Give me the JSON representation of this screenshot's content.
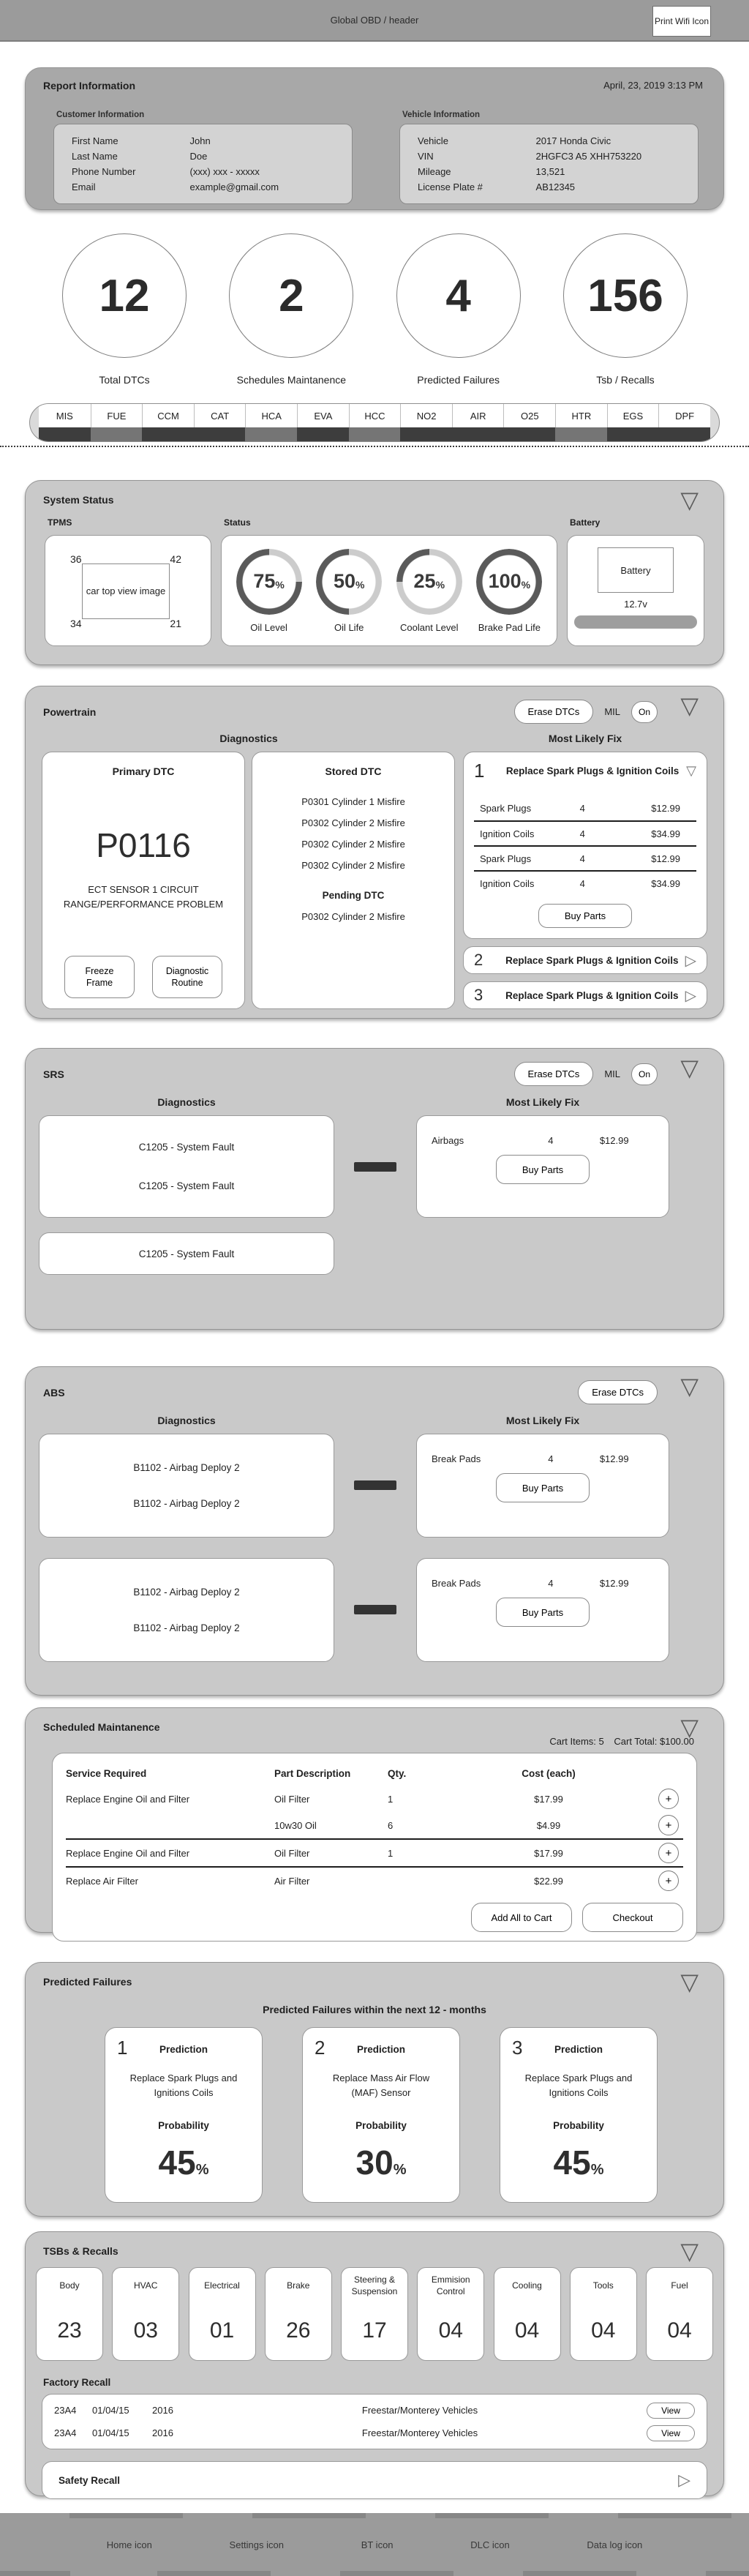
{
  "symbols": {
    "percent": "%"
  },
  "icons": {
    "collapse": "▽",
    "chevron_right": "▷",
    "plus": "+"
  },
  "header": {
    "title": "Global OBD / header",
    "print_button_label": "Print Wifi Icon"
  },
  "report_information": {
    "title": "Report Information",
    "datetime": "April, 23, 2019  3:13 PM",
    "customer_information": {
      "label": "Customer Information",
      "fields": [
        {
          "label": "First Name",
          "value": "John"
        },
        {
          "label": "Last Name",
          "value": "Doe"
        },
        {
          "label": "Phone Number",
          "value": "(xxx) xxx - xxxxx"
        },
        {
          "label": "Email",
          "value": "example@gmail.com"
        }
      ]
    },
    "vehicle_information": {
      "label": "Vehicle Information",
      "fields": [
        {
          "label": "Vehicle",
          "value": "2017 Honda Civic"
        },
        {
          "label": "VIN",
          "value": "2HGFC3 A5 XHH753220"
        },
        {
          "label": "Mileage",
          "value": "13,521"
        },
        {
          "label": "License Plate #",
          "value": "AB12345"
        }
      ]
    }
  },
  "summary": {
    "items": [
      {
        "value": "12",
        "label": "Total DTCs"
      },
      {
        "value": "2",
        "label": "Schedules Maintanence"
      },
      {
        "value": "4",
        "label": "Predicted Failures"
      },
      {
        "value": "156",
        "label": "Tsb / Recalls"
      }
    ]
  },
  "monitors": {
    "colors": {
      "dark": "#3d3d3d",
      "medium": "#757575"
    },
    "tabs": [
      {
        "label": "MIS",
        "tone": "dark"
      },
      {
        "label": "FUE",
        "tone": "medium"
      },
      {
        "label": "CCM",
        "tone": "dark"
      },
      {
        "label": "CAT",
        "tone": "dark"
      },
      {
        "label": "HCA",
        "tone": "medium"
      },
      {
        "label": "EVA",
        "tone": "dark"
      },
      {
        "label": "HCC",
        "tone": "medium"
      },
      {
        "label": "NO2",
        "tone": "dark"
      },
      {
        "label": "AIR",
        "tone": "dark"
      },
      {
        "label": "O25",
        "tone": "dark"
      },
      {
        "label": "HTR",
        "tone": "medium"
      },
      {
        "label": "EGS",
        "tone": "dark"
      },
      {
        "label": "DPF",
        "tone": "dark"
      }
    ]
  },
  "system_status": {
    "title": "System Status",
    "tpms": {
      "label": "TPMS",
      "front_left": "36",
      "front_right": "42",
      "rear_left": "34",
      "rear_right": "21",
      "image_placeholder": "car top view image"
    },
    "status": {
      "label": "Status",
      "gauges": [
        {
          "value": 75,
          "label": "Oil Level"
        },
        {
          "value": 50,
          "label": "Oil Life"
        },
        {
          "value": 25,
          "label": "Coolant Level"
        },
        {
          "value": 100,
          "label": "Brake Pad Life"
        }
      ]
    },
    "battery": {
      "label": "Battery",
      "box_label": "Battery",
      "voltage": "12.7v"
    }
  },
  "powertrain": {
    "title": "Powertrain",
    "erase_button": "Erase DTCs",
    "mil_label": "MIL",
    "mil_state": "On",
    "diagnostics_header": "Diagnostics",
    "fix_header": "Most Likely Fix",
    "primary_dtc": {
      "label": "Primary DTC",
      "code": "P0116",
      "description": "ECT SENSOR 1 CIRCUIT RANGE/PERFORMANCE PROBLEM",
      "freeze_frame_button": "Freeze Frame",
      "diagnostic_routine_button": "Diagnostic Routine"
    },
    "stored_dtc": {
      "label": "Stored DTC",
      "codes": [
        "P0301 Cylinder 1 Misfire",
        "P0302 Cylinder 2 Misfire",
        "P0302 Cylinder 2 Misfire",
        "P0302 Cylinder 2 Misfire"
      ],
      "pending_label": "Pending DTC",
      "pending_codes": [
        "P0302 Cylinder 2 Misfire"
      ]
    },
    "fixes": [
      {
        "rank": "1",
        "title": "Replace Spark Plugs & Ignition Coils",
        "parts": [
          {
            "name": "Spark Plugs",
            "qty": "4",
            "price": "$12.99"
          },
          {
            "name": "Ignition Coils",
            "qty": "4",
            "price": "$34.99"
          },
          {
            "name": "Spark Plugs",
            "qty": "4",
            "price": "$12.99"
          },
          {
            "name": "Ignition Coils",
            "qty": "4",
            "price": "$34.99"
          }
        ],
        "buy_button": "Buy Parts"
      },
      {
        "rank": "2",
        "title": "Replace Spark Plugs & Ignition Coils"
      },
      {
        "rank": "3",
        "title": "Replace Spark Plugs & Ignition Coils"
      }
    ]
  },
  "srs": {
    "title": "SRS",
    "erase_button": "Erase DTCs",
    "mil_label": "MIL",
    "mil_state": "On",
    "diagnostics_header": "Diagnostics",
    "fix_header": "Most Likely Fix",
    "fault_card_lines": [
      "C1205 - System Fault",
      "C1205 - System Fault"
    ],
    "second_fault_card": "C1205 - System Fault",
    "fix": {
      "part": {
        "name": "Airbags",
        "qty": "4",
        "price": "$12.99"
      },
      "buy_button": "Buy Parts"
    }
  },
  "abs": {
    "title": "ABS",
    "erase_button": "Erase DTCs",
    "diagnostics_header": "Diagnostics",
    "fix_header": "Most Likely Fix",
    "rows": [
      {
        "dtcs": [
          "B1102 - Airbag Deploy 2",
          "B1102 - Airbag Deploy 2"
        ],
        "fix": {
          "name": "Break Pads",
          "qty": "4",
          "price": "$12.99",
          "buy_button": "Buy Parts"
        }
      },
      {
        "dtcs": [
          "B1102 - Airbag Deploy 2",
          "B1102 - Airbag Deploy 2"
        ],
        "fix": {
          "name": "Break Pads",
          "qty": "4",
          "price": "$12.99",
          "buy_button": "Buy Parts"
        }
      }
    ]
  },
  "scheduled_maintenance": {
    "title": "Scheduled Maintanence",
    "cart_items_label": "Cart Items: 5",
    "cart_total_label": "Cart Total:  $100.00",
    "columns": [
      "Service Required",
      "Part Description",
      "Qty.",
      "Cost (each)"
    ],
    "rows": [
      {
        "service": "Replace Engine Oil and Filter",
        "part": "Oil Filter",
        "qty": "1",
        "cost": "$17.99"
      },
      {
        "service": "",
        "part": "10w30 Oil",
        "qty": "6",
        "cost": "$4.99"
      },
      {
        "service": "Replace Engine Oil and Filter",
        "part": "Oil Filter",
        "qty": "1",
        "cost": "$17.99"
      },
      {
        "service": "Replace Air Filter",
        "part": "Air Filter",
        "qty": "",
        "cost": "$22.99"
      }
    ],
    "add_all_button": "Add All to Cart",
    "checkout_button": "Checkout"
  },
  "predicted_failures": {
    "title": "Predicted Failures",
    "subtitle": "Predicted Failures within the next 12 - months",
    "cards": [
      {
        "rank": "1",
        "prediction_label": "Prediction",
        "description": "Replace Spark Plugs and Ignitions Coils",
        "probability_label": "Probability",
        "probability": "45"
      },
      {
        "rank": "2",
        "prediction_label": "Prediction",
        "description": "Replace Mass Air Flow (MAF) Sensor",
        "probability_label": "Probability",
        "probability": "30"
      },
      {
        "rank": "3",
        "prediction_label": "Prediction",
        "description": "Replace Spark Plugs and Ignitions Coils",
        "probability_label": "Probability",
        "probability": "45"
      }
    ]
  },
  "tsbs_recalls": {
    "title": "TSBs & Recalls",
    "categories": [
      {
        "label": "Body",
        "count": "23"
      },
      {
        "label": "HVAC",
        "count": "03"
      },
      {
        "label": "Electrical",
        "count": "01"
      },
      {
        "label": "Brake",
        "count": "26"
      },
      {
        "label": "Steering & Suspension",
        "count": "17"
      },
      {
        "label": "Emmision Control",
        "count": "04"
      },
      {
        "label": "Cooling",
        "count": "04"
      },
      {
        "label": "Tools",
        "count": "04"
      },
      {
        "label": "Fuel",
        "count": "04"
      }
    ],
    "factory_recall": {
      "label": "Factory Recall",
      "rows": [
        {
          "code": "23A4",
          "date": "01/04/15",
          "year": "2016",
          "description": "Freestar/Monterey Vehicles",
          "view_button": "View"
        },
        {
          "code": "23A4",
          "date": "01/04/15",
          "year": "2016",
          "description": "Freestar/Monterey Vehicles",
          "view_button": "View"
        }
      ]
    },
    "safety_recall": {
      "label": "Safety Recall"
    }
  },
  "footer": {
    "items": [
      "Home icon",
      "Settings icon",
      "BT icon",
      "DLC icon",
      "Data log icon"
    ]
  }
}
